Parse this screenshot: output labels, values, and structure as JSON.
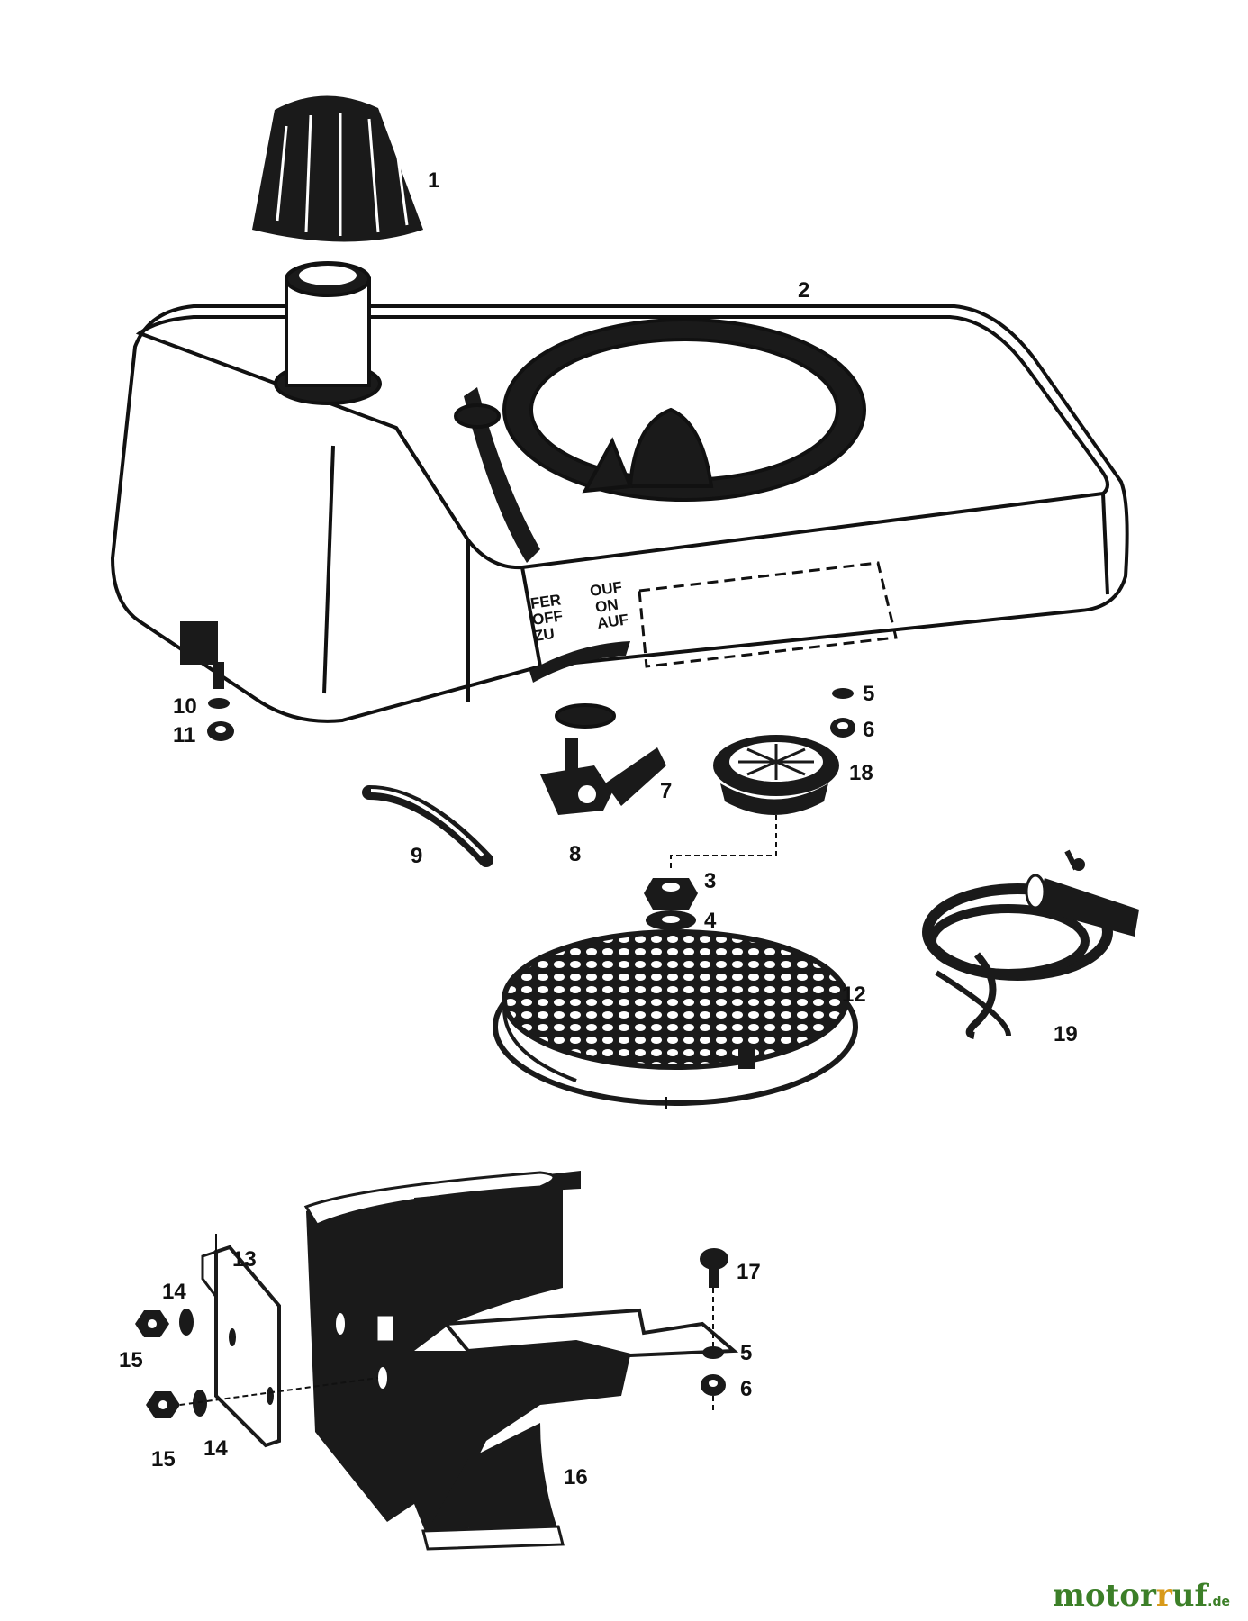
{
  "diagram": {
    "callouts": {
      "p1": "1",
      "p2": "2",
      "p3": "3",
      "p4": "4",
      "p5a": "5",
      "p6a": "6",
      "p7": "7",
      "p8": "8",
      "p9": "9",
      "p10": "10",
      "p11": "11",
      "p12": "12",
      "p18": "18",
      "p19": "19",
      "p13": "13",
      "p14a": "14",
      "p14b": "14",
      "p15a": "15",
      "p15b": "15",
      "p16": "16",
      "p17": "17",
      "p5b": "5",
      "p6b": "6"
    },
    "valve_markings": {
      "closed_de": "FER",
      "closed_en": "OFF",
      "closed_zu": "ZU",
      "open_fr": "OUF",
      "open_en": "ON",
      "open_auf": "AUF"
    }
  },
  "watermark": {
    "brand_part1": "motor",
    "brand_part2": "uf",
    "brand_r": "r",
    "tld": ".de"
  },
  "colors": {
    "ink": "#111111",
    "paper": "#ffffff",
    "brand_green": "#3c7f28",
    "brand_orange": "#d89a1a"
  }
}
